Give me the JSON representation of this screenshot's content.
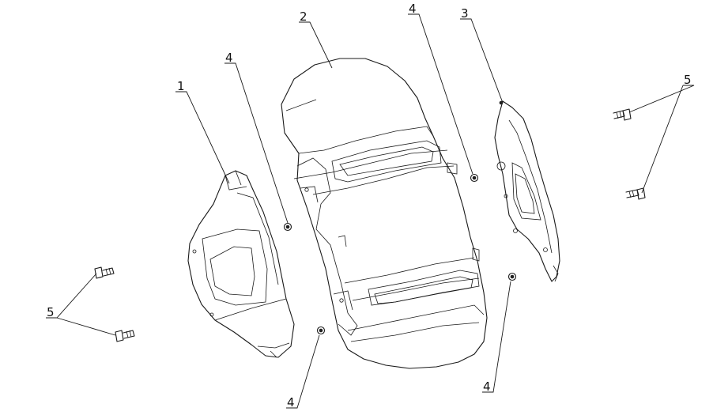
{
  "callouts": {
    "part1": "1",
    "part2": "2",
    "part3": "3",
    "part4_a": "4",
    "part4_b": "4",
    "part4_c": "4",
    "part4_d": "4",
    "part5_left": "5",
    "part5_right": "5"
  },
  "colors": {
    "line": "#1a1a1a",
    "background": "#ffffff"
  }
}
